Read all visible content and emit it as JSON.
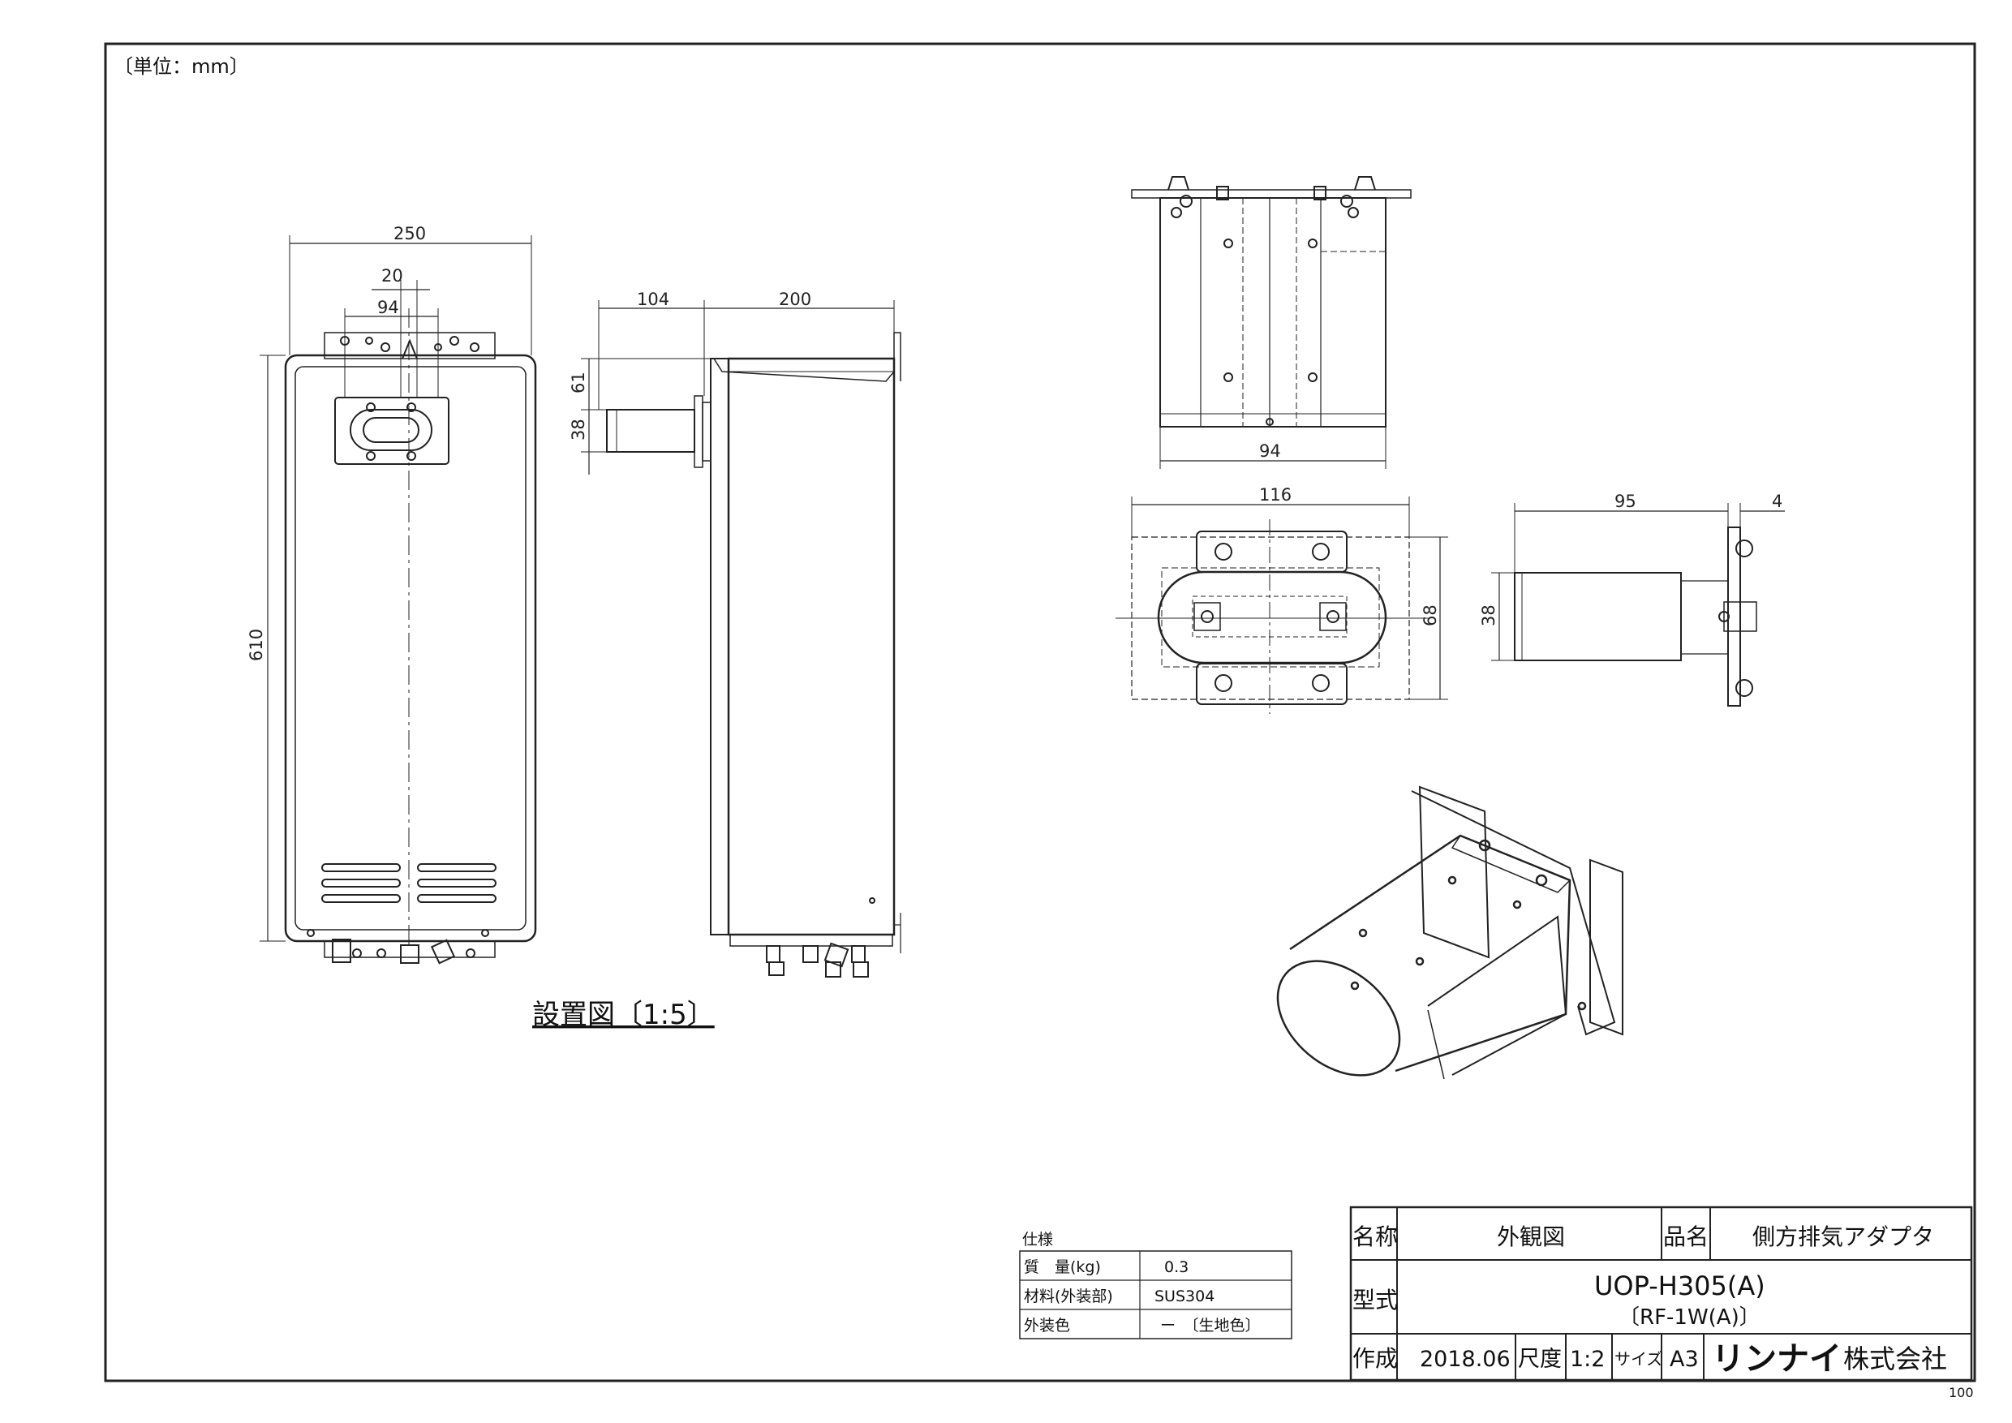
{
  "unit_note": "〔単位：mm〕",
  "page_number": "100",
  "installation": {
    "caption": "設置図〔1:5〕",
    "dims": {
      "width": "250",
      "pitch": "20",
      "center": "94",
      "height": "610",
      "depth_adapter": "104",
      "depth_unit": "200",
      "offset": "61",
      "pipe": "38"
    }
  },
  "top_view": {
    "dim_bottom": "94"
  },
  "front_view": {
    "dim_width": "116",
    "dim_height": "68"
  },
  "side_view": {
    "dim_length": "95",
    "dim_flange": "4",
    "dim_height": "38"
  },
  "spec": {
    "title": "仕様",
    "rows": [
      {
        "label": "質　量(kg)",
        "value": "0.3"
      },
      {
        "label": "材料(外装部)",
        "value": "SUS304"
      },
      {
        "label": "外装色",
        "value": "ー　〔生地色〕"
      }
    ]
  },
  "title_block": {
    "name_label": "名称",
    "name_value": "外観図",
    "product_label": "品名",
    "product_value": "側方排気アダプタ",
    "model_label": "型式",
    "model_value": "UOP-H305(A)",
    "model_sub": "〔RF-1W(A)〕",
    "made_label": "作成",
    "made_value": "2018.06",
    "scale_label": "尺度",
    "scale_value": "1:2",
    "size_label": "サイズ",
    "size_value": "A3",
    "brand": "リンナイ",
    "company": "株式会社"
  }
}
